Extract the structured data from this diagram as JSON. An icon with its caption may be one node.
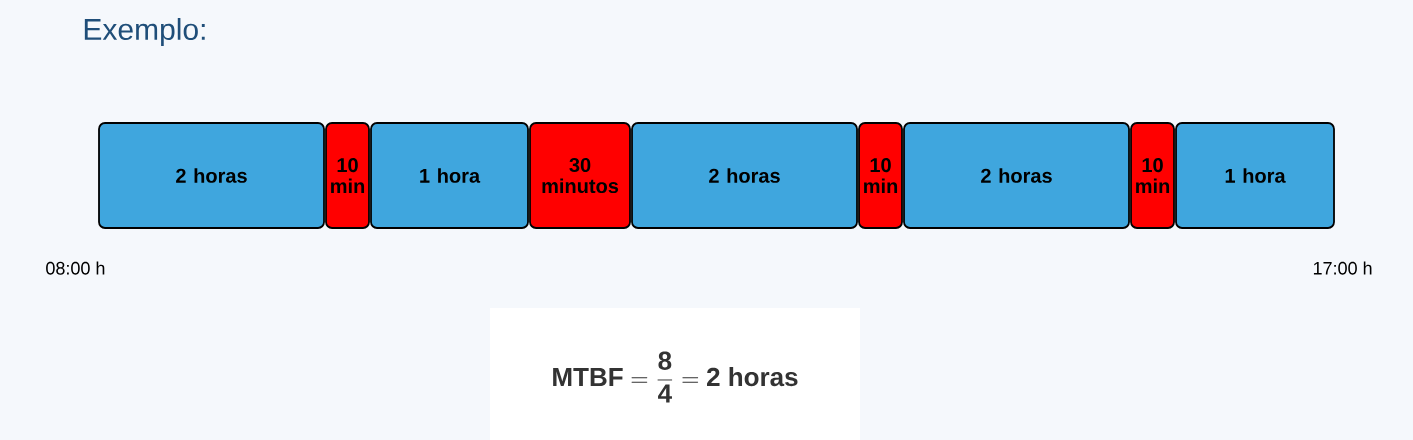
{
  "diagram": {
    "title": "Exemplo:",
    "nodes": [
      {
        "text": [
          "2 horas"
        ]
      },
      {
        "text": [
          "10 min"
        ]
      },
      {
        "text": [
          "1 hora"
        ]
      },
      {
        "text": [
          "30 minutos"
        ]
      },
      {
        "text": [
          "2 horas"
        ]
      },
      {
        "text": [
          "10 min"
        ]
      },
      {
        "text": [
          "2 horas"
        ]
      },
      {
        "text": [
          "10 min"
        ]
      },
      {
        "text": [
          "1 hora"
        ]
      }
    ],
    "labels": [
      "08:00 h",
      "17:00 h",
      "\\mathbf{MTBF} = \\frac{\\mathbf{8}}{\\mathbf{4}} = \\mathbf{2\\ horas}"
    ]
  }
}
